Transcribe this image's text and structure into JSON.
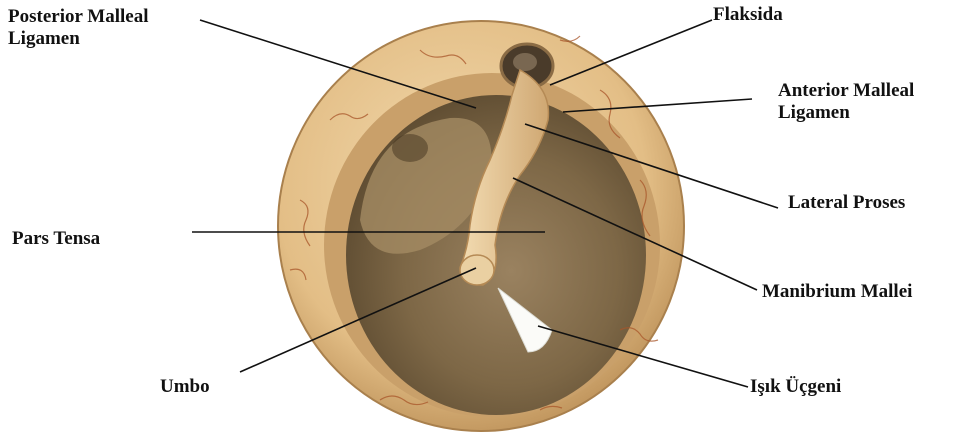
{
  "labels": {
    "posterior_line1": "Posterior Malleal",
    "posterior_line2": "Ligamen",
    "flaksida": "Flaksida",
    "anterior_line1": "Anterior Malleal",
    "anterior_line2": "Ligamen",
    "lateral_proses": "Lateral Proses",
    "pars_tensa": "Pars Tensa",
    "manibrium_mallei": "Manibrium Mallei",
    "umbo": "Umbo",
    "isik_ucgeni": "Işık Üçgeni"
  },
  "colors": {
    "rim": "#e6c48f",
    "rim_shadow": "#b98d55",
    "membrane": "#8f7752",
    "membrane_dark": "#5c4a30",
    "malleus": "#e9cc9a",
    "vessel": "#a8552a",
    "leader": "#111111"
  }
}
